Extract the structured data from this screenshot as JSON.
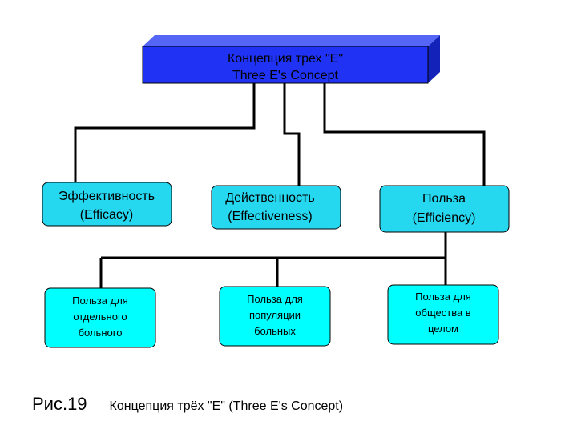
{
  "colors": {
    "top_front": "#2033f5",
    "top_top": "#5566f7",
    "top_side": "#1322b8",
    "mid_fill": "#26d7f0",
    "bottom_fill": "#00ffff",
    "line": "#000000"
  },
  "top": {
    "line1": "Концепция трех \"E\"",
    "line2": "Three E's Concept"
  },
  "middle": [
    {
      "line1": "Эффективность",
      "line2": "(Efficacy)"
    },
    {
      "line1": "Действенность",
      "line2": "(Effectiveness)"
    },
    {
      "line1": "Польза",
      "line2": "(Efficiency)"
    }
  ],
  "bottom": [
    {
      "lines": [
        "Польза для",
        "отдельного",
        "больного"
      ]
    },
    {
      "lines": [
        "Польза для",
        "популяции",
        "больных"
      ]
    },
    {
      "lines": [
        "Польза для",
        "общества в",
        "целом"
      ]
    }
  ],
  "caption": {
    "figure": "Рис.19",
    "text": "Концепция трёх \"E\" (Three E's Concept)"
  }
}
